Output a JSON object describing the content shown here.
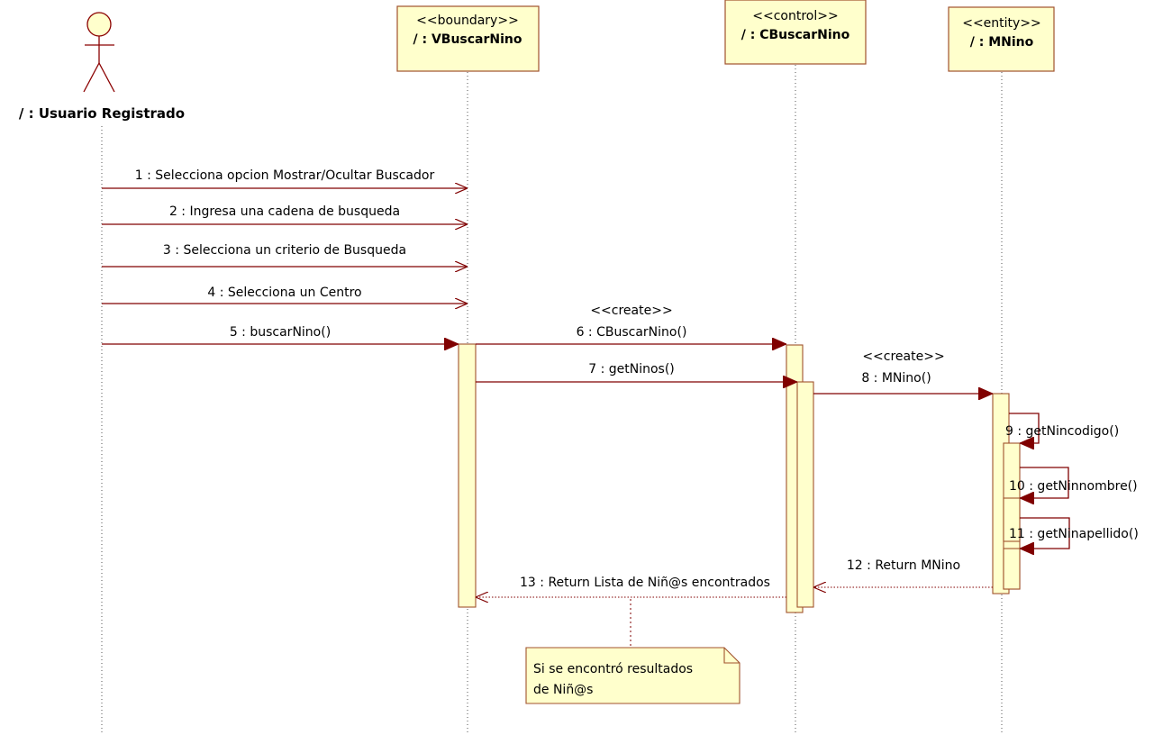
{
  "actor": {
    "name": "/ : Usuario Registrado"
  },
  "lifelines": [
    {
      "id": "vbuscar",
      "stereotype": "<<boundary>>",
      "name": "/ : VBuscarNino"
    },
    {
      "id": "cbuscar",
      "stereotype": "<<control>>",
      "name": "/ : CBuscarNino"
    },
    {
      "id": "mnino",
      "stereotype": "<<entity>>",
      "name": "/ : MNino"
    }
  ],
  "messages": [
    {
      "label": "1 : Selecciona opcion Mostrar/Ocultar Buscador",
      "kind": "async"
    },
    {
      "label": "2 : Ingresa una cadena de busqueda",
      "kind": "async"
    },
    {
      "label": "3 : Selecciona un criterio de Busqueda",
      "kind": "async"
    },
    {
      "label": "4 : Selecciona un Centro",
      "kind": "async"
    },
    {
      "label": "5 : buscarNino()",
      "kind": "sync"
    },
    {
      "label": "6 : CBuscarNino()",
      "kind": "create",
      "stereotype": "<<create>>"
    },
    {
      "label": "7 : getNinos()",
      "kind": "sync"
    },
    {
      "label": "8 : MNino()",
      "kind": "create",
      "stereotype": "<<create>>"
    },
    {
      "label": "9 : getNincodigo()",
      "kind": "self"
    },
    {
      "label": "10 : getNinnombre()",
      "kind": "self"
    },
    {
      "label": "11 : getNinapellido()",
      "kind": "self"
    },
    {
      "label": "12 : Return MNino",
      "kind": "return"
    },
    {
      "label": "13 : Return Lista de Niñ@s encontrados",
      "kind": "return"
    }
  ],
  "note": {
    "line1": "Si se encontró resultados",
    "line2": "de Niñ@s"
  },
  "colors": {
    "box_fill": "#ffffcc",
    "box_stroke": "#a0522d",
    "message": "#800000",
    "lifeline": "#555555",
    "actor_fill": "#ffffcc",
    "actor_stroke": "#8b0000"
  }
}
